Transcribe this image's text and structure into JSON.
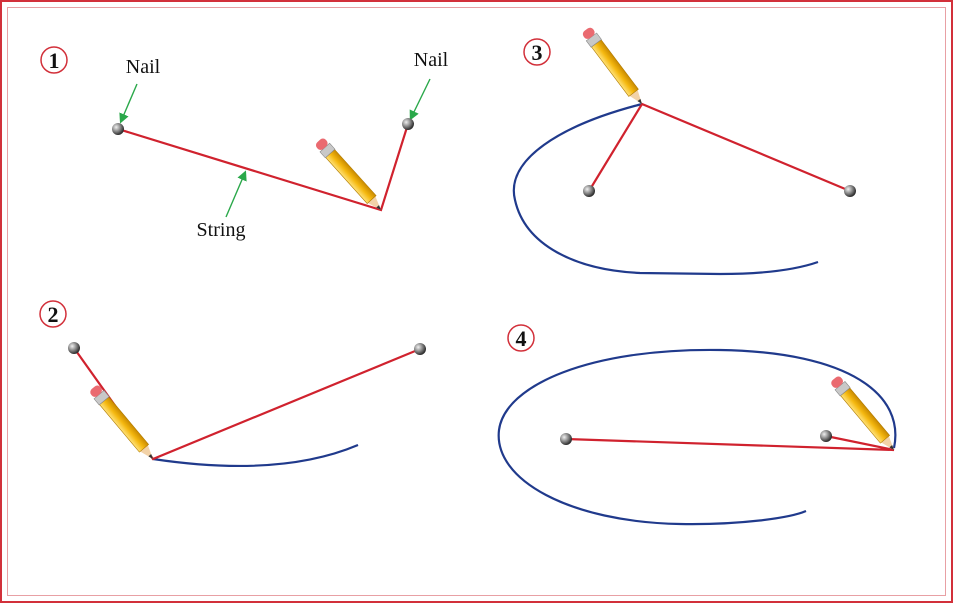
{
  "panels": [
    {
      "number": "1"
    },
    {
      "number": "2"
    },
    {
      "number": "3"
    },
    {
      "number": "4"
    }
  ],
  "labels": {
    "nail_left": "Nail",
    "nail_right": "Nail",
    "string": "String"
  },
  "colors": {
    "string": "#d0222e",
    "curve": "#203a8c",
    "arrow": "#2aa84a",
    "frame": "#d2303a",
    "circle": "#d2303a"
  }
}
